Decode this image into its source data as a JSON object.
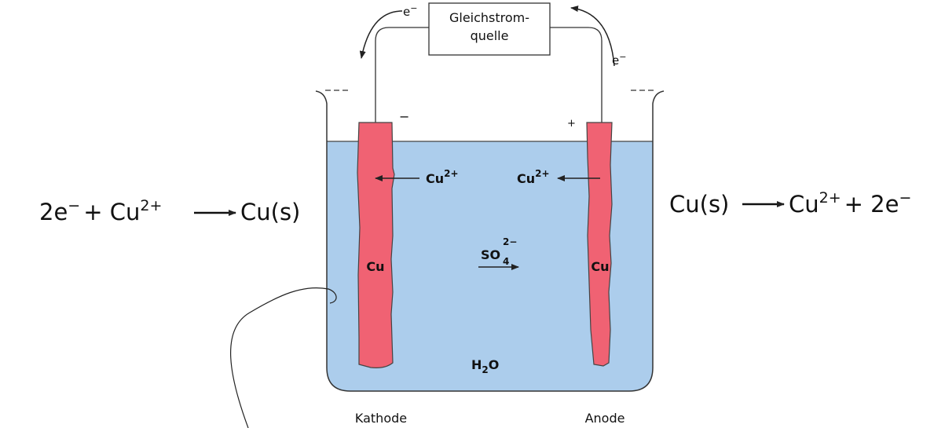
{
  "power_source": {
    "line1": "Gleichstrom-",
    "line2": "quelle"
  },
  "electron_left": {
    "base": "e",
    "sup": "−"
  },
  "electron_right": {
    "base": "e",
    "sup": "−"
  },
  "sign_cathode": "−",
  "sign_anode": "+",
  "ion_left": {
    "base": "Cu",
    "sup": "2+"
  },
  "ion_right": {
    "base": "Cu",
    "sup": "2+"
  },
  "sulfate": {
    "base": "SO",
    "sub": "4",
    "sup": "2−"
  },
  "water": {
    "pre": "H",
    "sub": "2",
    "post": "O"
  },
  "electrode_left_label": "Cu",
  "electrode_right_label": "Cu",
  "cathode_label": "Kathode",
  "anode_label": "Anode",
  "eq_left": {
    "a": "2e",
    "a_sup": "−",
    "b": "+ Cu",
    "b_sup": "2+",
    "c": "Cu(s)"
  },
  "eq_right": {
    "a": "Cu(s)",
    "b": "Cu",
    "b_sup": "2+",
    "c": "+ 2e",
    "c_sup": "−"
  },
  "colors": {
    "electrolyte": "#accdec",
    "electrode": "#f06273",
    "outline": "#333333"
  }
}
